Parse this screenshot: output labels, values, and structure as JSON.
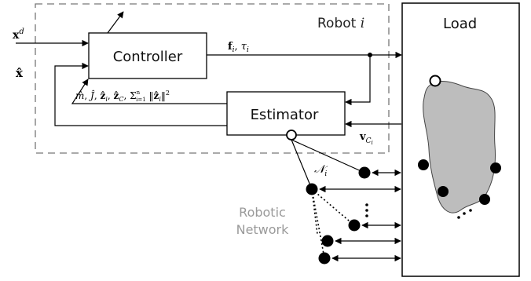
{
  "diagram": {
    "robot_label": "Robot i",
    "load_label": "Load",
    "controller_label": "Controller",
    "estimator_label": "Estimator",
    "network_label_line1": "Robotic",
    "network_label_line2": "Network",
    "input_xd": "x^d",
    "input_xhat": "x̂",
    "signal_f_tau": "f_i, τ_i",
    "signal_vc": "v_{C_i}",
    "signal_estimates": "m̂, Ĵ, ẑ_i, ẑ_C, Σ_{i=1}^n ‖ẑ_i‖²",
    "neighbors_label": "N_i"
  }
}
